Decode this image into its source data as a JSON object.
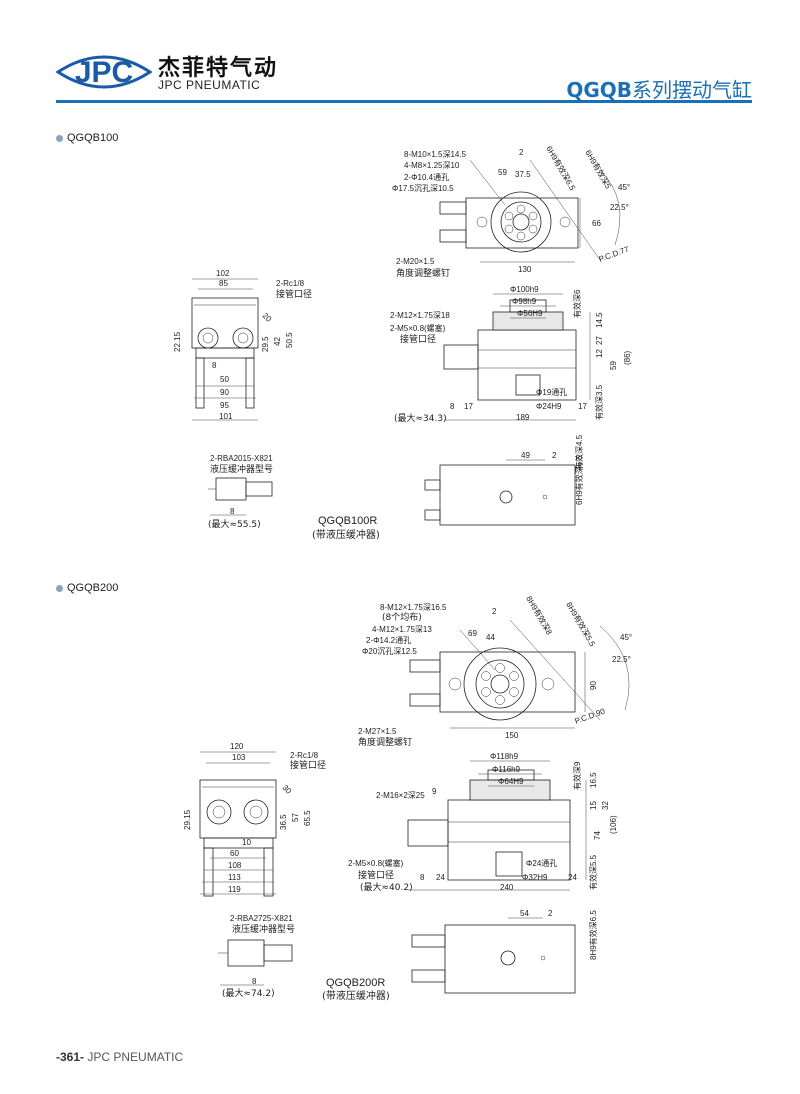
{
  "header": {
    "brand_cn": "杰菲特气动",
    "brand_en": "JPC PNEUMATIC",
    "logo_text": "JPC",
    "title_code": "QGQB",
    "title_cn": "系列摆动气缸",
    "accent_color": "#1a6fb6"
  },
  "sections": [
    {
      "label": "QGQB100",
      "front_view": {
        "notes": [
          "8-M10×1.5深14.5",
          "4-M8×1.25深10",
          "2-Φ10.4通孔",
          "Φ17.5沉孔深10.5",
          "2-M20×1.5",
          "角度调整螺钉"
        ],
        "dims": [
          "59",
          "2",
          "37.5",
          "6H9有效深6.5",
          "6H9有效深5",
          "45°",
          "22.5°",
          "66",
          "P.C.D.77",
          "130"
        ]
      },
      "side_view": {
        "notes": [
          "2-Rc1/8",
          "接管口径"
        ],
        "dims": [
          "102",
          "85",
          "20",
          "22.15",
          "29.5",
          "42",
          "50.5",
          "8",
          "50",
          "90",
          "95",
          "101"
        ]
      },
      "section_view": {
        "notes": [
          "2-M12×1.75深18",
          "2-M5×0.8(螺塞)",
          "接管口径",
          "(最大≈34.3)"
        ],
        "dims": [
          "Φ100h9",
          "Φ98h9",
          "Φ56H9",
          "有效深6",
          "14.5",
          "27",
          "12",
          "59",
          "(86)",
          "Φ19通孔",
          "Φ24H9",
          "有效深3.5",
          "17",
          "8",
          "17",
          "189"
        ]
      },
      "buffer_view": {
        "notes": [
          "2-RBA2015-X821",
          "液压缓冲器型号",
          "(最大≈55.5)"
        ],
        "dims": [
          "8"
        ]
      },
      "r_view": {
        "dims": [
          "49",
          "2",
          "有效深4.5",
          "6H9有效深6.5"
        ],
        "caption_code": "QGQB100R",
        "caption_cn": "(带液压缓冲器)"
      }
    },
    {
      "label": "QGQB200",
      "front_view": {
        "notes": [
          "8-M12×1.75深16.5",
          "(8个均布)",
          "4-M12×1.75深13",
          "2-Φ14.2通孔",
          "Φ20沉孔深12.5",
          "2-M27×1.5",
          "角度调整螺钉"
        ],
        "dims": [
          "69",
          "2",
          "44",
          "8H9有效深8",
          "8H9有效深5.5",
          "45°",
          "22.5°",
          "90",
          "P.C.D.90",
          "150"
        ]
      },
      "side_view": {
        "notes": [
          "2-Rc1/8",
          "接管口径"
        ],
        "dims": [
          "120",
          "103",
          "30",
          "29.15",
          "36.5",
          "57",
          "65.5",
          "10",
          "60",
          "108",
          "113",
          "119"
        ]
      },
      "section_view": {
        "notes": [
          "2-M16×2深25",
          "2-M5×0.8(螺塞)",
          "接管口径",
          "(最大≈40.2)"
        ],
        "dims": [
          "Φ118h9",
          "Φ116h9",
          "Φ64H9",
          "有效深9",
          "16.5",
          "32",
          "15",
          "74",
          "(106)",
          "9",
          "Φ24通孔",
          "Φ32H9",
          "有效深5.5",
          "24",
          "8",
          "24",
          "240"
        ]
      },
      "buffer_view": {
        "notes": [
          "2-RBA2725-X821",
          "液压缓冲器型号",
          "(最大≈74.2)"
        ],
        "dims": [
          "8"
        ]
      },
      "r_view": {
        "dims": [
          "54",
          "2",
          "8H9有效深6.5"
        ],
        "caption_code": "QGQB200R",
        "caption_cn": "(带液压缓冲器)"
      }
    }
  ],
  "footer": {
    "page_number": "-361-",
    "brand": "JPC PNEUMATIC"
  }
}
